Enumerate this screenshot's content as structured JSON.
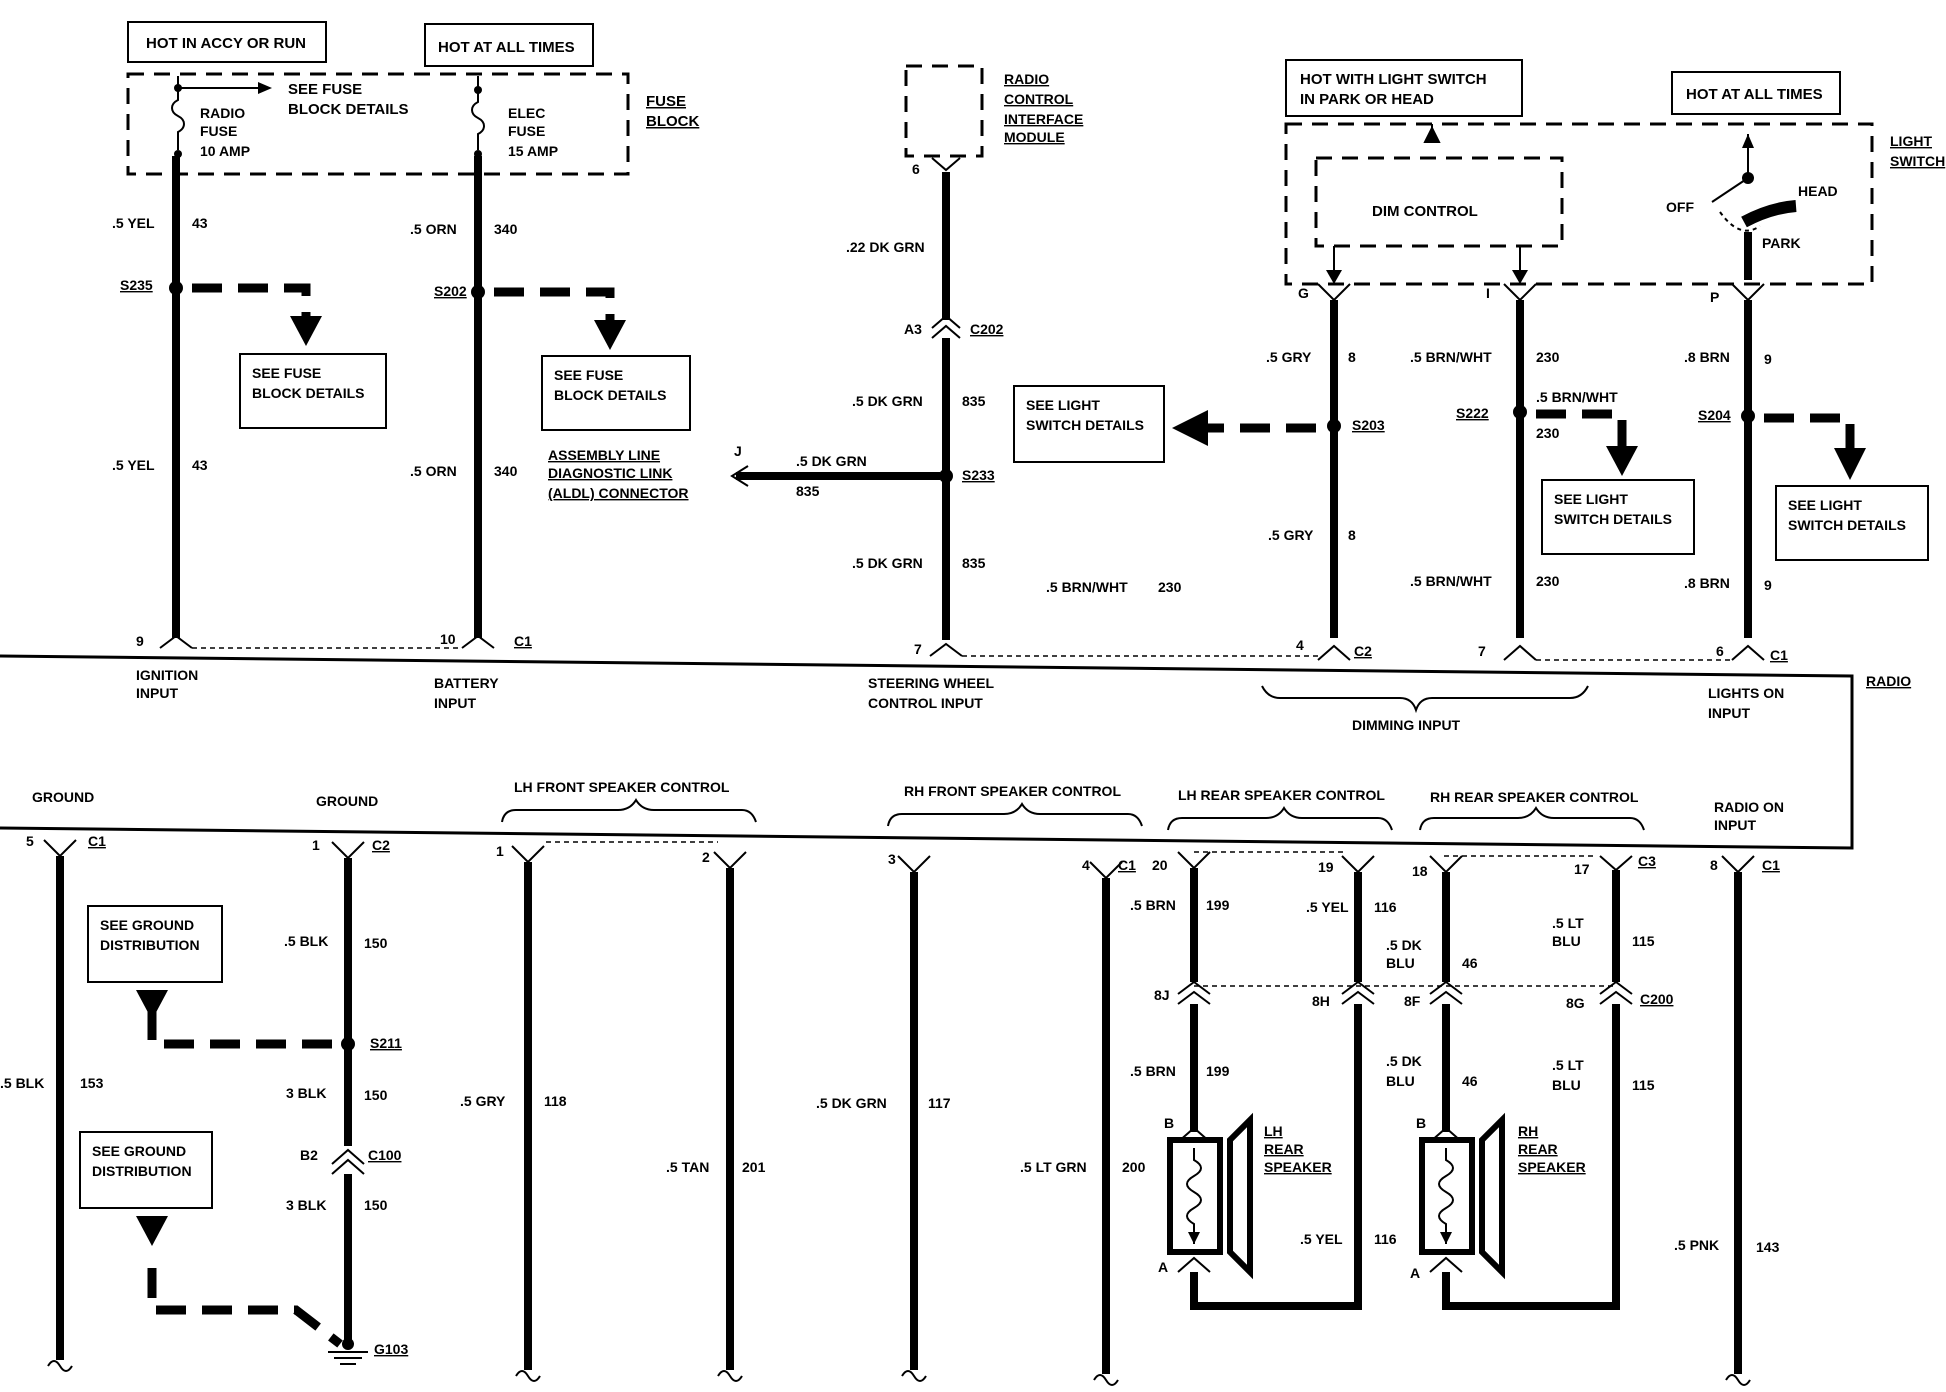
{
  "header_boxes": {
    "hot_accy_run": "HOT IN ACCY OR RUN",
    "hot_all_times_1": "HOT AT ALL TIMES",
    "hot_light_switch_l1": "HOT WITH LIGHT SWITCH",
    "hot_light_switch_l2": "IN PARK OR HEAD",
    "hot_all_times_2": "HOT AT ALL TIMES"
  },
  "fuse_block": {
    "label_l1": "FUSE",
    "label_l2": "BLOCK",
    "see_details_l1": "SEE FUSE",
    "see_details_l2": "BLOCK DETAILS",
    "radio_fuse_l1": "RADIO",
    "radio_fuse_l2": "FUSE",
    "radio_fuse_l3": "10 AMP",
    "elec_fuse_l1": "ELEC",
    "elec_fuse_l2": "FUSE",
    "elec_fuse_l3": "15 AMP"
  },
  "radio_control_module": {
    "l1": "RADIO",
    "l2": "CONTROL",
    "l3": "INTERFACE",
    "l4": "MODULE",
    "pin": "6"
  },
  "light_switch": {
    "label_l1": "LIGHT",
    "label_l2": "SWITCH",
    "dim_control": "DIM CONTROL",
    "off": "OFF",
    "head": "HEAD",
    "park": "PARK",
    "pin_g": "G",
    "pin_i": "I",
    "pin_p": "P"
  },
  "wires_top": {
    "w43_color": ".5 YEL",
    "w43_num": "43",
    "w43b_color": ".5 YEL",
    "w43b_num": "43",
    "w340_color": ".5 ORN",
    "w340_num": "340",
    "w340b_color": ".5 ORN",
    "w340b_num": "340",
    "w22dkgrn": ".22 DK GRN",
    "w835a_color": ".5 DK GRN",
    "w835a_num": "835",
    "w835b_color": ".5 DK GRN",
    "w835b_num": "835",
    "aldl_color": ".5 DK GRN",
    "aldl_num": "835",
    "aldl_pin": "J",
    "w8a_color": ".5 GRY",
    "w8a_num": "8",
    "w8b_color": ".5 GRY",
    "w8b_num": "8",
    "w230a_color": ".5 BRN/WHT",
    "w230a_num": "230",
    "w230b_color": ".5 BRN/WHT",
    "w230b_num": "230",
    "w230c_color": ".5 BRN/WHT",
    "w230c_num": "230",
    "w230d_color": ".5 BRN/WHT",
    "w230d_num": "230",
    "w9a_color": ".8 BRN",
    "w9a_num": "9",
    "w9b_color": ".8 BRN",
    "w9b_num": "9"
  },
  "splices": {
    "s235": "S235",
    "s202": "S202",
    "s233": "S233",
    "s203": "S203",
    "s222": "S222",
    "s204": "S204",
    "s211": "S211",
    "g103": "G103"
  },
  "connectors": {
    "c202": "C202",
    "a3": "A3",
    "c1": "C1",
    "c2": "C2",
    "c3": "C3",
    "c100": "C100",
    "c200": "C200",
    "b2": "B2"
  },
  "see_boxes": {
    "fuse_l1": "SEE FUSE",
    "fuse_l2": "BLOCK DETAILS",
    "light_l1": "SEE LIGHT",
    "light_l2": "SWITCH DETAILS",
    "ground_l1": "SEE GROUND",
    "ground_l2": "DISTRIBUTION"
  },
  "aldl": {
    "l1": "ASSEMBLY LINE",
    "l2": "DIAGNOSTIC LINK",
    "l3": "(ALDL) CONNECTOR"
  },
  "radio": {
    "label": "RADIO",
    "ignition_l1": "IGNITION",
    "ignition_l2": "INPUT",
    "battery_l1": "BATTERY",
    "battery_l2": "INPUT",
    "steering_l1": "STEERING WHEEL",
    "steering_l2": "CONTROL INPUT",
    "dimming": "DIMMING INPUT",
    "lights_l1": "LIGHTS ON",
    "lights_l2": "INPUT",
    "ground1": "GROUND",
    "ground2": "GROUND",
    "lh_front": "LH FRONT SPEAKER CONTROL",
    "rh_front": "RH FRONT SPEAKER CONTROL",
    "lh_rear": "LH REAR SPEAKER CONTROL",
    "rh_rear": "RH REAR SPEAKER CONTROL",
    "radio_on_l1": "RADIO ON",
    "radio_on_l2": "INPUT"
  },
  "pins_top": {
    "p9": "9",
    "p10": "10",
    "p7a": "7",
    "p4": "4",
    "p7b": "7",
    "p6": "6"
  },
  "pins_bottom": {
    "p5": "5",
    "p1a": "1",
    "p1b": "1",
    "p2": "2",
    "p3": "3",
    "p4": "4",
    "p20": "20",
    "p19": "19",
    "p18": "18",
    "p17": "17",
    "p8": "8",
    "p8j": "8J",
    "p8h": "8H",
    "p8f": "8F",
    "p8g": "8G",
    "pb1": "B",
    "pa1": "A",
    "pb2": "B",
    "pa2": "A"
  },
  "wires_bottom": {
    "w153_color": ".5 BLK",
    "w153_num": "153",
    "w150a_color": ".5 BLK",
    "w150a_num": "150",
    "w150b_color": "3 BLK",
    "w150b_num": "150",
    "w150c_color": "3 BLK",
    "w150c_num": "150",
    "w118_color": ".5 GRY",
    "w118_num": "118",
    "w201_color": ".5 TAN",
    "w201_num": "201",
    "w117_color": ".5 DK GRN",
    "w117_num": "117",
    "w200_color": ".5 LT GRN",
    "w200_num": "200",
    "w199a_color": ".5 BRN",
    "w199a_num": "199",
    "w199b_color": ".5 BRN",
    "w199b_num": "199",
    "w116a_color": ".5 YEL",
    "w116a_num": "116",
    "w116b_color": ".5 YEL",
    "w116b_num": "116",
    "w46a_l1": ".5 DK",
    "w46a_l2": "BLU",
    "w46a_num": "46",
    "w46b_l1": ".5 DK",
    "w46b_l2": "BLU",
    "w46b_num": "46",
    "w115a_l1": ".5 LT",
    "w115a_l2": "BLU",
    "w115a_num": "115",
    "w115b_l1": ".5 LT",
    "w115b_l2": "BLU",
    "w115b_num": "115",
    "w143_color": ".5 PNK",
    "w143_num": "143"
  },
  "speakers": {
    "lh_l1": "LH",
    "lh_l2": "REAR",
    "lh_l3": "SPEAKER",
    "rh_l1": "RH",
    "rh_l2": "REAR",
    "rh_l3": "SPEAKER"
  }
}
